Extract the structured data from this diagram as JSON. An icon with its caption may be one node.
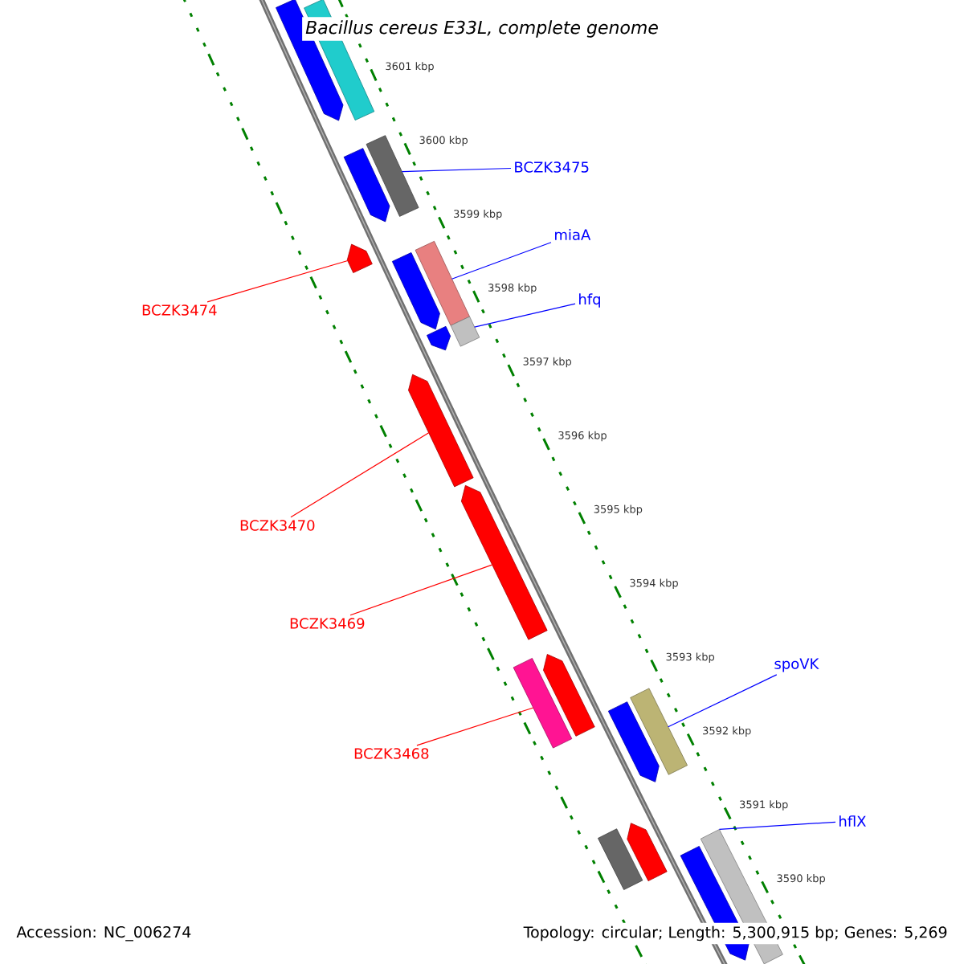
{
  "diagram": {
    "title": "Bacillus cereus E33L, complete genome",
    "nodes": [
      {
        "text": [
          "BCZK3475"
        ]
      },
      {
        "text": [
          "miaA"
        ]
      },
      {
        "text": [
          "hfq"
        ]
      },
      {
        "text": [
          "BCZK3474"
        ]
      },
      {
        "text": [
          "BCZK3470"
        ]
      },
      {
        "text": [
          "BCZK3469"
        ]
      },
      {
        "text": [
          "spoVK"
        ]
      },
      {
        "text": [
          "BCZK3468"
        ]
      },
      {
        "text": [
          "hflX"
        ]
      },
      {
        "text": [],
        "shape": "pentagon"
      },
      {
        "text": [],
        "shape": "bar"
      },
      {
        "text": [],
        "shape": "bar"
      },
      {
        "text": [],
        "shape": "pentagon"
      },
      {
        "text": [],
        "shape": "pentagon"
      },
      {
        "text": [],
        "shape": "bar"
      },
      {
        "text": [],
        "shape": "pentagon"
      },
      {
        "text": [],
        "shape": "bar"
      },
      {
        "text": [],
        "shape": "pentagon"
      },
      {
        "text": [],
        "shape": "pentagon"
      },
      {
        "text": [],
        "shape": "pentagon"
      },
      {
        "text": [],
        "shape": "pentagon"
      },
      {
        "text": [],
        "shape": "bar"
      },
      {
        "text": [],
        "shape": "bar"
      },
      {
        "text": [],
        "shape": "pentagon"
      },
      {
        "text": [],
        "shape": "pentagon"
      },
      {
        "text": [],
        "shape": "bar"
      },
      {
        "text": [],
        "shape": "bar"
      },
      {
        "text": [],
        "shape": "pentagon"
      }
    ],
    "edges": [
      {
        "from": 0,
        "to": 11,
        "arrow": "none"
      },
      {
        "from": 1,
        "to": 14,
        "arrow": "none"
      },
      {
        "from": 2,
        "to": 16,
        "arrow": "none"
      },
      {
        "from": 3,
        "to": 13,
        "arrow": "none",
        "color": "#ff0000"
      },
      {
        "from": 4,
        "to": 18,
        "arrow": "none",
        "color": "#ff0000"
      },
      {
        "from": 5,
        "to": 19,
        "arrow": "none",
        "color": "#ff0000"
      },
      {
        "from": 6,
        "to": 22,
        "arrow": "none"
      },
      {
        "from": 7,
        "to": 21,
        "arrow": "none",
        "color": "#ff0000"
      },
      {
        "from": 8,
        "to": 26,
        "arrow": "none"
      }
    ],
    "labels": [
      "3601 kbp",
      "3600 kbp",
      "3599 kbp",
      "3598 kbp",
      "3597 kbp",
      "3596 kbp",
      "3595 kbp",
      "3594 kbp",
      "3593 kbp",
      "3592 kbp",
      "3591 kbp",
      "3590 kbp",
      "Accession: NC_006274",
      "Topology: circular; Length: 5,300,915 bp; Genes: 5,269"
    ]
  }
}
